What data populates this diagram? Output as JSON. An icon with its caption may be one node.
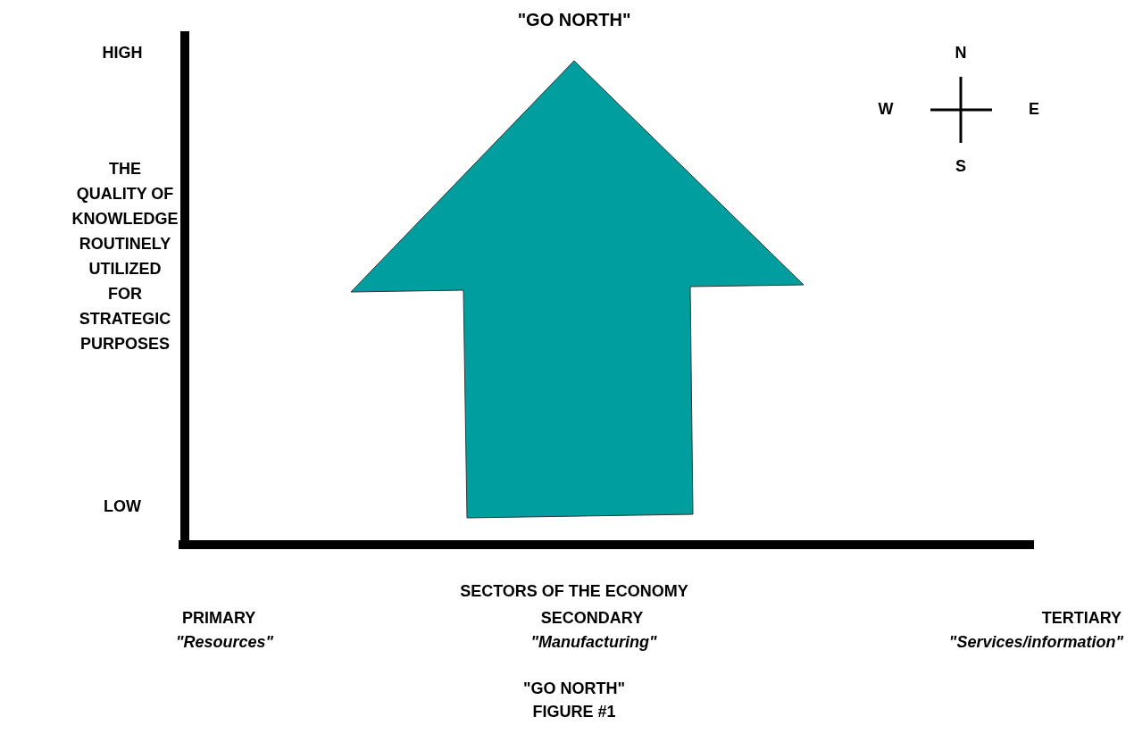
{
  "diagram": {
    "title": "\"GO NORTH\"",
    "caption": "\"GO NORTH\" FIGURE #1",
    "labels": [
      "HIGH",
      "THE QUALITY OF KNOWLEDGE ROUTINELY UTILIZED FOR STRATEGIC PURPOSES",
      "LOW",
      "N",
      "W",
      "E",
      "S",
      "SECTORS OF THE ECONOMY",
      "PRIMARY",
      "SECONDARY",
      "TERTIARY",
      "\"Resources\"",
      "\"Manufacturing\"",
      "\"Services/information\""
    ]
  }
}
